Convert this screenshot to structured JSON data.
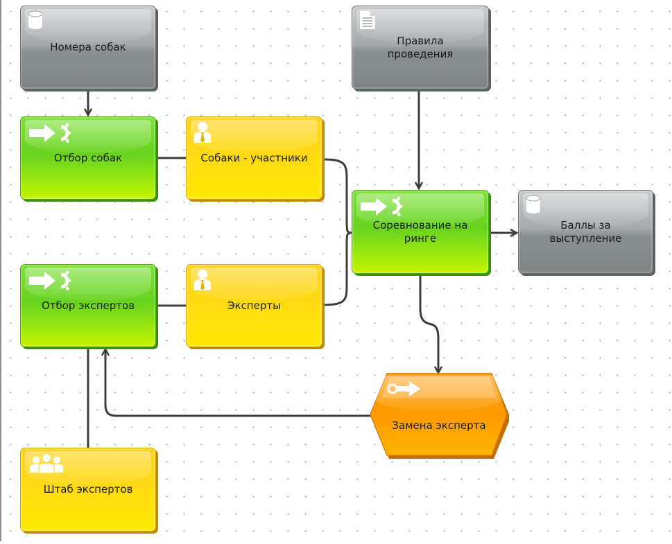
{
  "diagram": {
    "nodes": {
      "dog_numbers": {
        "label": "Номера собак",
        "icon": "database-icon"
      },
      "rules": {
        "label": "Правила\nпроведения",
        "icon": "document-icon"
      },
      "dog_selection": {
        "label": "Отбор собак",
        "icon": "function-icon"
      },
      "participant_dogs": {
        "label": "Собаки - участники",
        "icon": "person-icon"
      },
      "ring_competition": {
        "label": "Соревнование на\nринге",
        "icon": "function-icon"
      },
      "performance_scores": {
        "label": "Баллы за\nвыступление",
        "icon": "database-icon"
      },
      "expert_selection": {
        "label": "Отбор экспертов",
        "icon": "function-icon"
      },
      "experts": {
        "label": "Эксперты",
        "icon": "person-icon"
      },
      "expert_replacement": {
        "label": "Замена эксперта",
        "icon": "event-arrow-icon"
      },
      "expert_staff": {
        "label": "Штаб экспертов",
        "icon": "group-icon"
      }
    },
    "colors": {
      "function": "#6fd920",
      "organizational_unit": "#ffd90f",
      "data": "#9a9f9f",
      "event": "#ff9800",
      "connector": "#3c3c3c"
    }
  }
}
